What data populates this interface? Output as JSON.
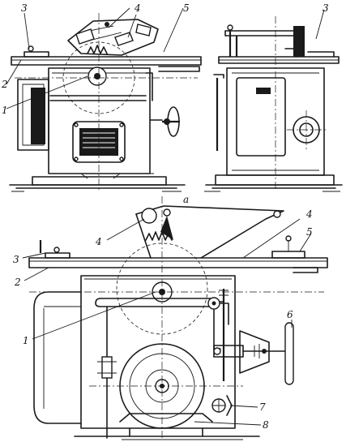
{
  "labels": {
    "front": {
      "n1": "1",
      "n2": "2",
      "n3": "3",
      "n4": "4",
      "n5": "5"
    },
    "side": {
      "n3": "3"
    },
    "detail": {
      "a": "a",
      "n1": "1",
      "n2": "2",
      "n3": "3",
      "n4": "4",
      "n4b": "4",
      "n5": "5",
      "n6": "6",
      "n7": "7",
      "n8": "8"
    }
  }
}
